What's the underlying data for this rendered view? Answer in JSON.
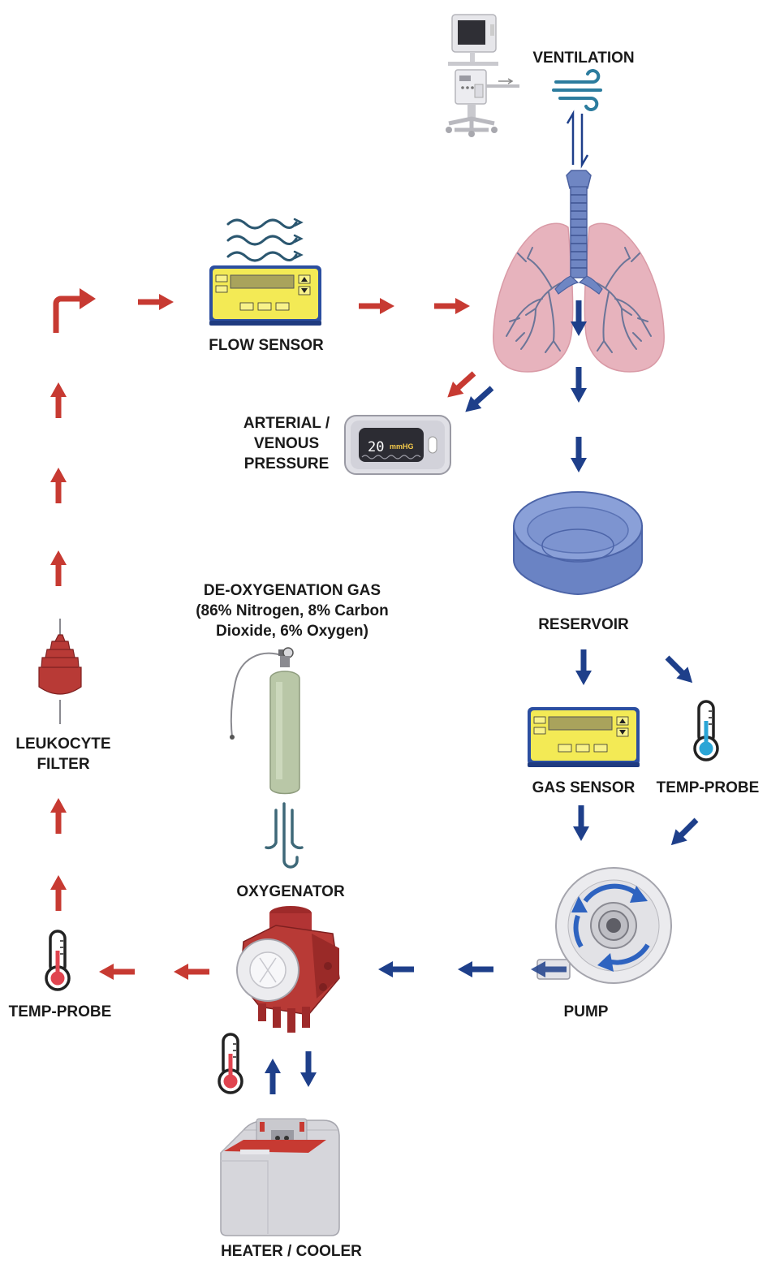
{
  "labels": {
    "ventilation": "VENTILATION",
    "flow_sensor": "FLOW SENSOR",
    "arterial_pressure": [
      "ARTERIAL /",
      "VENOUS",
      "PRESSURE"
    ],
    "pressure_reading": "20",
    "pressure_unit": "mmHG",
    "reservoir": "RESERVOIR",
    "gas_sensor": "GAS SENSOR",
    "temp_probe_right": "TEMP-PROBE",
    "pump": "PUMP",
    "deoxygenation_gas": [
      "DE-OXYGENATION GAS",
      "(86% Nitrogen, 8% Carbon",
      "Dioxide, 6% Oxygen)"
    ],
    "oxygenator": "OXYGENATOR",
    "temp_probe_left": "TEMP-PROBE",
    "leukocyte_filter": [
      "LEUKOCYTE",
      "FILTER"
    ],
    "heater_cooler": "HEATER / COOLER"
  },
  "colors": {
    "oxygenated_flow": "#c73a32",
    "deoxygenated_flow": "#1e3f8a",
    "lung": "#e7b3bd",
    "airway": "#6f86c3",
    "reservoir": "#7c93cf",
    "device_yellow": "#f3ea55",
    "device_blue": "#2b4ea0",
    "label_text": "#1a1a1a"
  },
  "icons": [
    "ventilator-icon",
    "wind-icon",
    "lungs-icon",
    "flow-sensor-icon",
    "pressure-monitor-icon",
    "reservoir-icon",
    "gas-sensor-icon",
    "thermometer-icon",
    "pump-icon",
    "gas-cylinder-icon",
    "gas-flow-icon",
    "oxygenator-icon",
    "heater-cooler-icon",
    "leukocyte-filter-icon"
  ]
}
